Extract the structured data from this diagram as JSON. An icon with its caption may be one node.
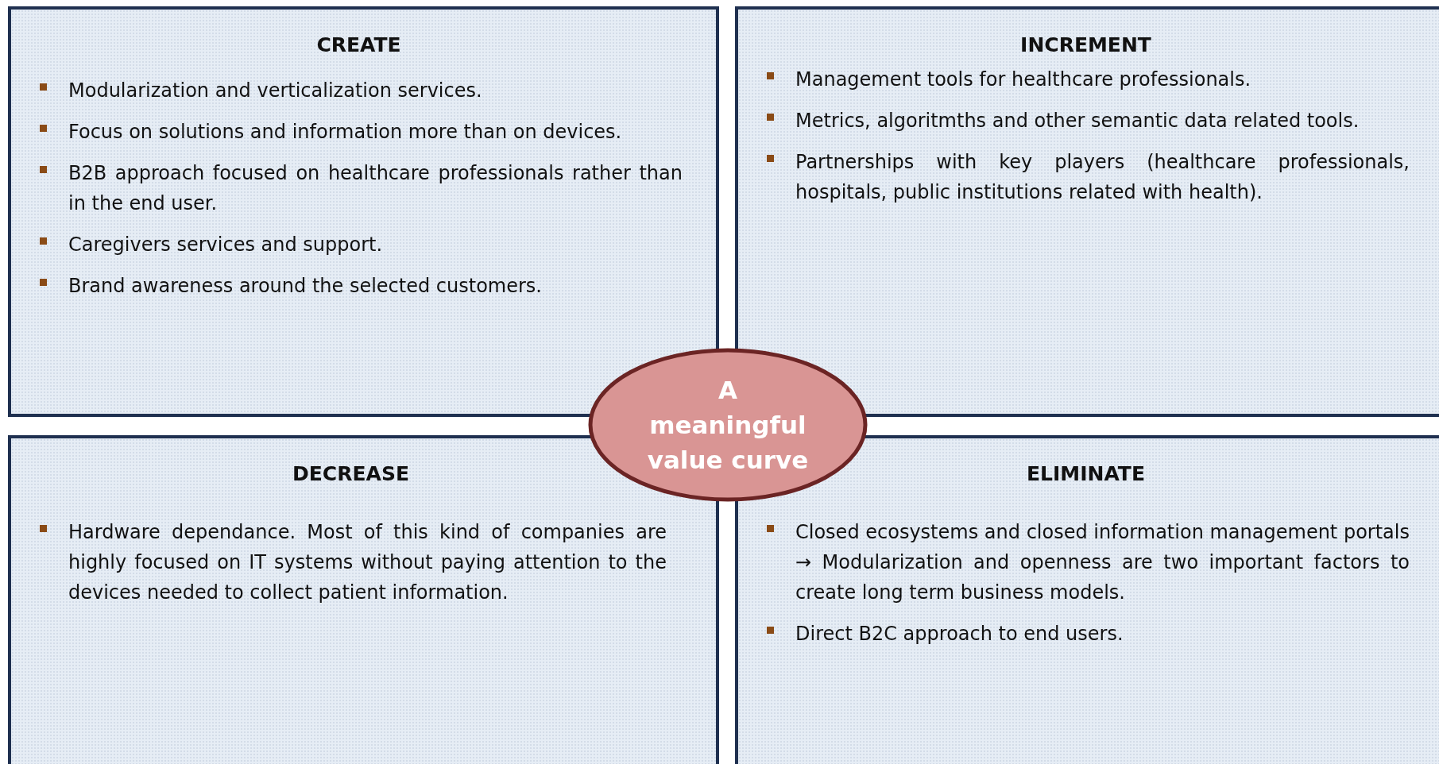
{
  "diagram": {
    "nodes": [
      {
        "text": [
          "CREATE",
          "Modularization and verticalization services.",
          "Focus on solutions and information more than on devices.",
          "B2B approach focused on healthcare professionals rather than in the end user.",
          "Caregivers services and support.",
          "Brand awareness around the selected customers."
        ]
      },
      {
        "text": [
          "INCREMENT",
          "Management tools for healthcare professionals.",
          "Metrics, algoritmths and other semantic data related tools.",
          "Partnerships with key players (healthcare professionals, hospitals, public institutions related with health)."
        ]
      },
      {
        "text": [
          "DECREASE",
          "Hardware dependance. Most of this kind of companies are highly focused on IT systems without paying attention to the devices needed to collect patient information."
        ]
      },
      {
        "text": [
          "ELIMINATE",
          "Closed ecosystems and closed information management portals → Modularization and openness are two important factors to create long term business models.",
          "Direct B2C approach to end users."
        ]
      },
      {
        "text": [
          "A meaningful value curve"
        ]
      }
    ]
  }
}
